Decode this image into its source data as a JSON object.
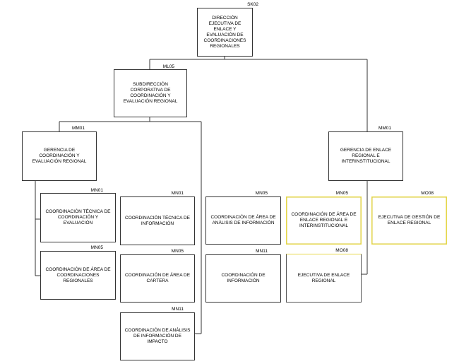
{
  "nodes": {
    "sk02": {
      "code": "SK02",
      "label": "DIRECCIÓN EJECUTIVA DE ENLACE Y EVALUACIÓN DE COORDINACIONES REGIONALES"
    },
    "ml05": {
      "code": "ML05",
      "label": "SUBDIRECCIÓN CORPORATIVA DE COORDINACIÓN Y EVALUACIÓN REGIONAL"
    },
    "mm01_left": {
      "code": "MM01",
      "label": "GERENCIA DE COORDINACIÓN Y EVALUACIÓN REGIONAL"
    },
    "mm01_right": {
      "code": "MM01",
      "label": "GERENCIA DE ENLACE REGIONAL E INTERINSTITUCIONAL"
    },
    "mn01_a": {
      "code": "MN01",
      "label": "COORDINACIÓN TÉCNICA DE COORDINACIÓN Y EVALUACIÓN"
    },
    "mn05_a": {
      "code": "MN05",
      "label": "COORDINACIÓN DE ÁREA DE COORDINACIONES REGIONALES"
    },
    "mn01_b": {
      "code": "MN01",
      "label": "COORDINACIÓN TÉCNICA DE INFORMACIÓN"
    },
    "mn05_b": {
      "code": "MN05",
      "label": "COORDINACIÓN DE ÁREA DE CARTERA"
    },
    "mn11_b": {
      "code": "MN11",
      "label": "COORDINACIÓN DE ANÁLISIS DE INFORMACIÓN DE IMPACTO"
    },
    "mn05_c": {
      "code": "MN05",
      "label": "COORDINACIÓN DE ÁREA DE ANÁLISIS DE INFORMACIÓN"
    },
    "mn11_c": {
      "code": "MN11",
      "label": "COORDINACIÓN DE INFORMACIÓN"
    },
    "mn05_d": {
      "code": "MN05",
      "label": "COORDINACIÓN DE ÁREA DE ENLACE REGIONAL E INTERINSTITUCIONAL"
    },
    "mo08_d": {
      "code": "MO08",
      "label": "EJECUTIVA DE ENLACE REGIONAL"
    },
    "mo08_e": {
      "code": "MO08",
      "label": "EJECUTIVA  DE GESTIÓN DE ENLACE REGIONAL"
    }
  },
  "colors": {
    "border": "#333333",
    "highlight_border": "#e6d84a",
    "line": "#333333"
  }
}
